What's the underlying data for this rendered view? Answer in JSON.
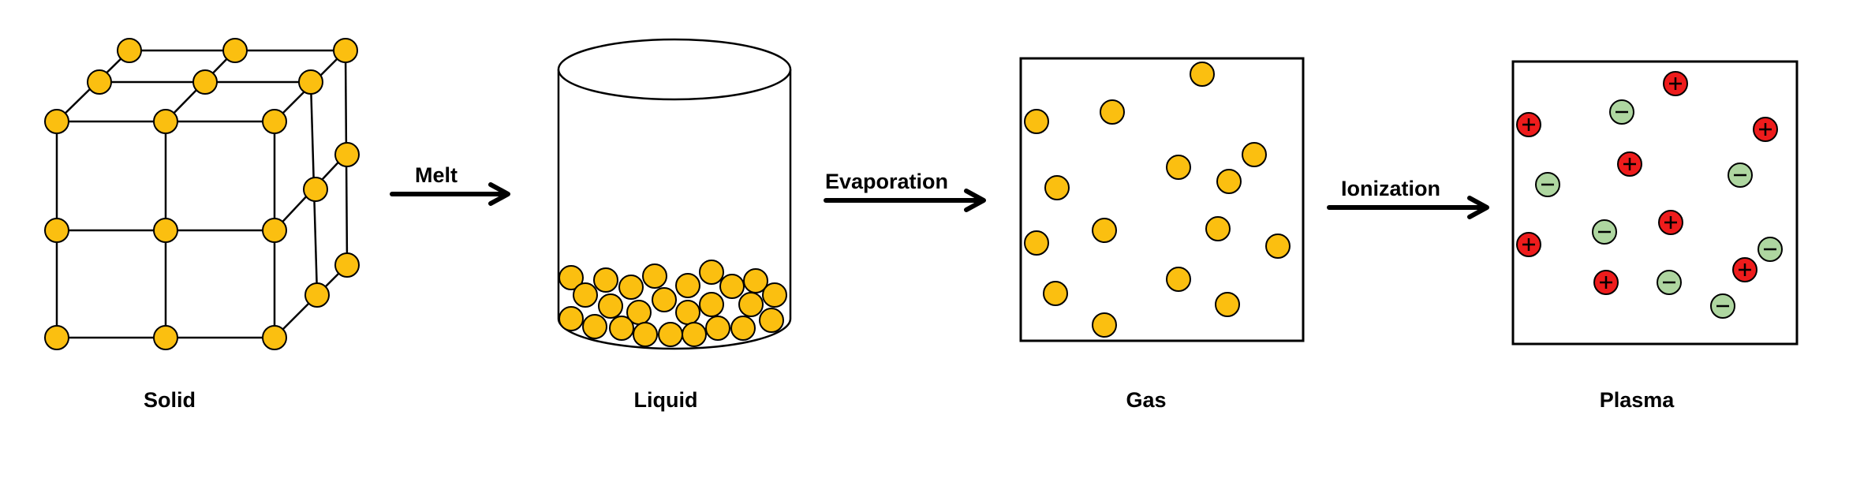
{
  "colors": {
    "particle": "#fbbf10",
    "positive_ion": "#ee1c1c",
    "negative_ion": "#aed6a0",
    "stroke": "#000000",
    "background": "#ffffff"
  },
  "states": [
    {
      "id": "solid",
      "label": "Solid"
    },
    {
      "id": "liquid",
      "label": "Liquid"
    },
    {
      "id": "gas",
      "label": "Gas"
    },
    {
      "id": "plasma",
      "label": "Plasma"
    }
  ],
  "processes": [
    {
      "id": "melt",
      "label": "Melt",
      "from": "solid",
      "to": "liquid"
    },
    {
      "id": "evaporation",
      "label": "Evaporation",
      "from": "liquid",
      "to": "gas"
    },
    {
      "id": "ionization",
      "label": "Ionization",
      "from": "gas",
      "to": "plasma"
    }
  ],
  "ion_symbols": {
    "positive": "+",
    "negative": "−"
  }
}
